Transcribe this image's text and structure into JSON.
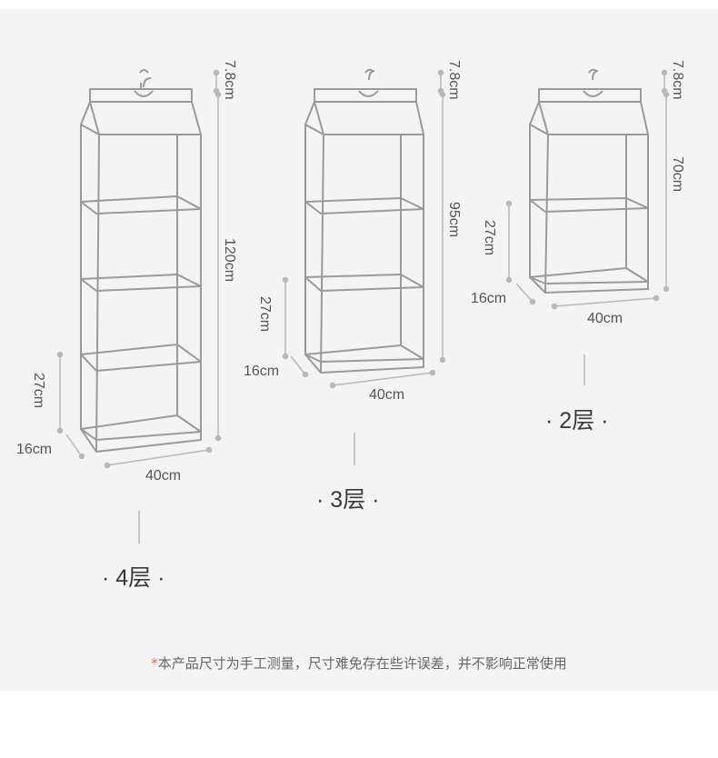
{
  "products": [
    {
      "tier_label": "4层",
      "dimensions": {
        "hook": "7.8cm",
        "height": "120cm",
        "shelf": "27cm",
        "depth": "16cm",
        "width": "40cm"
      }
    },
    {
      "tier_label": "3层",
      "dimensions": {
        "hook": "7.8cm",
        "height": "95cm",
        "shelf": "27cm",
        "depth": "16cm",
        "width": "40cm"
      }
    },
    {
      "tier_label": "2层",
      "dimensions": {
        "hook": "7.8cm",
        "height": "70cm",
        "shelf": "27cm",
        "depth": "16cm",
        "width": "40cm"
      }
    }
  ],
  "footnote": {
    "star": "*",
    "text": "本产品尺寸为手工测量，尺寸难免存在些许误差，并不影响正常使用"
  },
  "colors": {
    "frame": "#9a9a9a",
    "accent": "#e06a5a",
    "background": "#f4f4f4"
  }
}
